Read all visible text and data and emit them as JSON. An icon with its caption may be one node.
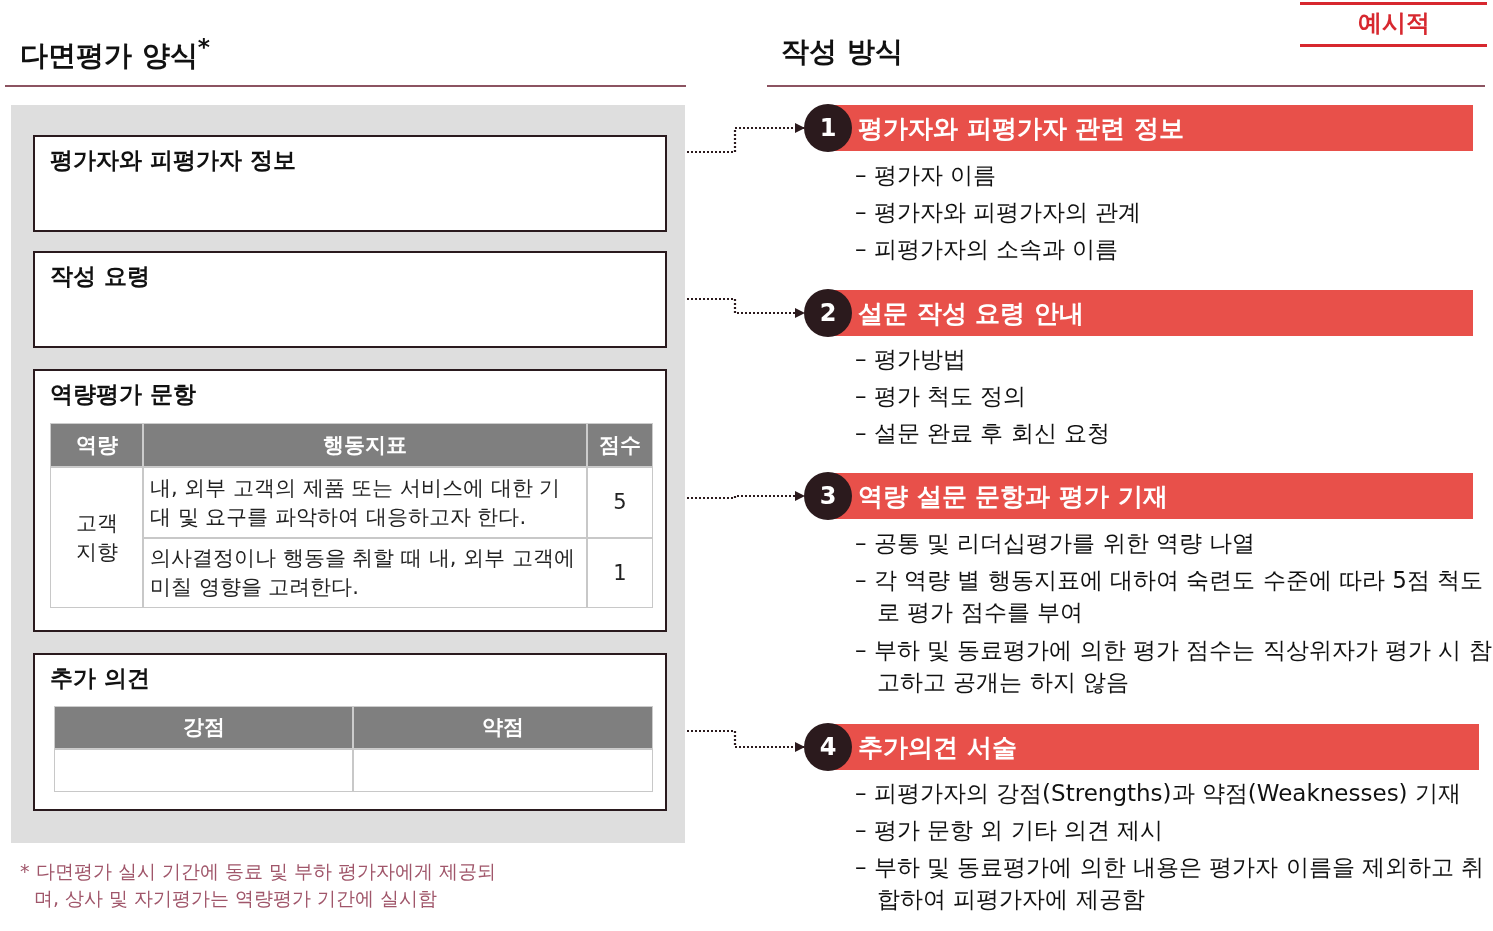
{
  "diagram": {
    "caption": "* 다면평가 실시 기간에 동료 및 부하 평가자에게 제공되며, 상사 및 자기평가는 역량평가 기간에 실시함",
    "nodes": [
      {
        "text": [
          "평가자와 피평가자 정보"
        ]
      },
      {
        "text": [
          "작성 요령"
        ]
      },
      {
        "text": [
          "역량평가 문항"
        ]
      },
      {
        "text": [
          "추가 의견"
        ]
      },
      {
        "text": [
          "1",
          "평가자와 피평가자 관련 정보"
        ],
        "beside": [
          "– 평가자 이름",
          "– 평가자와 피평가자의 관계",
          "– 피평가자의 소속과 이름"
        ]
      },
      {
        "text": [
          "2",
          "설문 작성 요령 안내"
        ],
        "beside": [
          "– 평가방법",
          "– 평가 척도 정의",
          "– 설문 완료 후 회신 요청"
        ]
      },
      {
        "text": [
          "3",
          "역량 설문 문항과 평가 기재"
        ],
        "beside": [
          "– 공통 및 리더십평가를 위한 역량 나열",
          "– 각 역량 별 행동지표에 대하여 숙련도 수준에 따라 5점 척도로 평가 점수를 부여",
          "– 부하 및 동료평가에 의한 평가 점수는 직상위자가 평가 시 참고하고 공개는 하지 않음"
        ]
      },
      {
        "text": [
          "4",
          "추가의견 서술"
        ],
        "beside": [
          "– 피평가자의 강점(Strengths)과 약점(Weaknesses) 기재",
          "– 평가 문항 외 기타 의견 제시",
          "– 부하 및 동료평가에 의한 내용은 평가자 이름을 제외하고 취합하여 피평가자에 제공함"
        ]
      }
    ],
    "edges": [
      {
        "from": 0,
        "to": 4,
        "arrow": "to",
        "style": "dashed"
      },
      {
        "from": 1,
        "to": 5,
        "arrow": "to",
        "style": "dashed"
      },
      {
        "from": 2,
        "to": 6,
        "arrow": "to",
        "style": "dashed"
      },
      {
        "from": 3,
        "to": 7,
        "arrow": "to",
        "style": "dashed"
      }
    ],
    "labels": [
      "다면평가 양식$^{*}$",
      "작성 방식",
      "예시적",
      "역량",
      "행동지표",
      "점수",
      "고객 지향",
      "내, 외부 고객의 제품 또는 서비스에 대한 기대 및 요구를 파악하여 대응하고자 한다.",
      "5",
      "의사결정이나 행동을 취할 때 내, 외부 고객에 미칠 영향을 고려한다.",
      "1",
      "강점",
      "약점"
    ]
  }
}
